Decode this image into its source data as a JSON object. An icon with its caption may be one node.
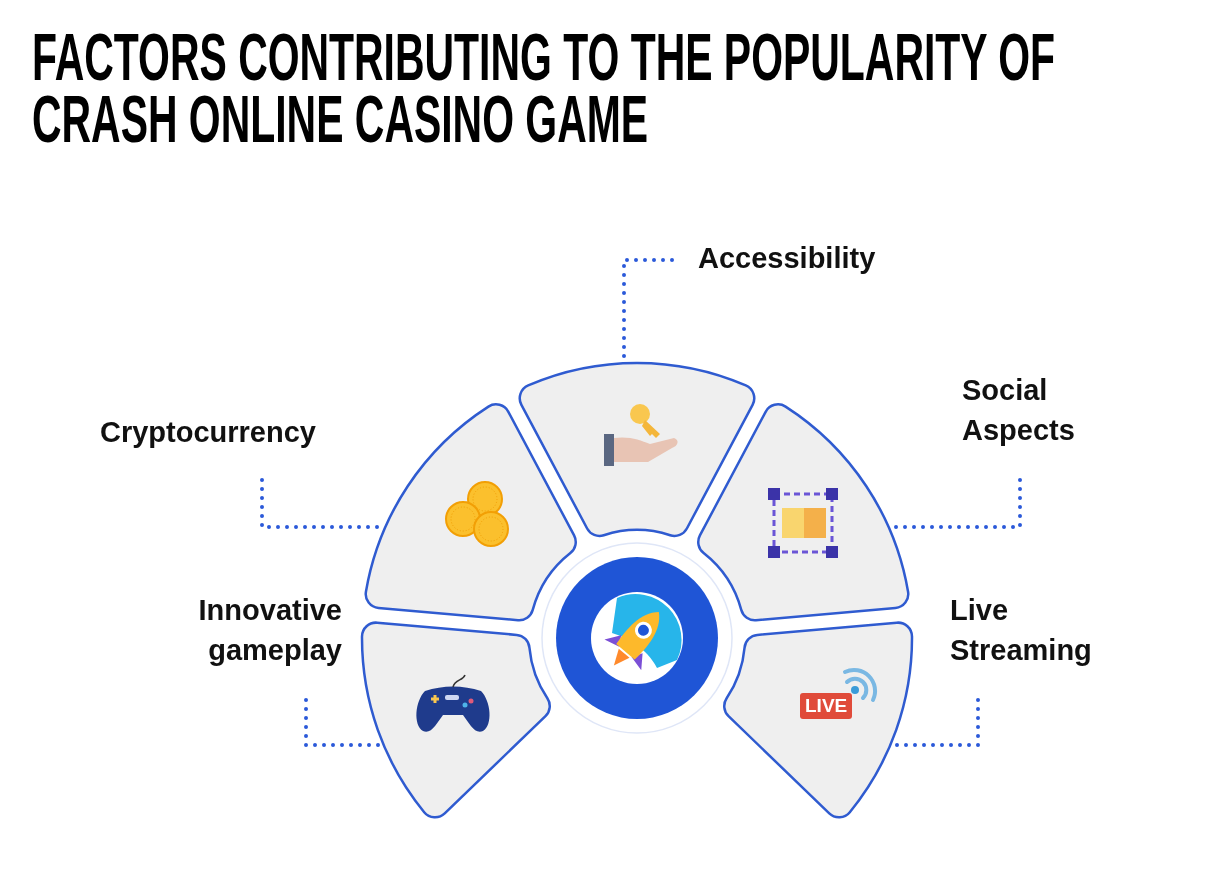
{
  "diagram": {
    "title": "FACTORS CONTRIBUTING TO THE POPULARITY OF CRASH ONLINE CASINO GAME",
    "nodes": [
      {
        "text": [
          "Accessibility"
        ]
      },
      {
        "text": [
          "Cryptocurrency"
        ]
      },
      {
        "text": [
          "Social Aspects"
        ]
      },
      {
        "text": [
          "Innovative gameplay"
        ]
      },
      {
        "text": [
          "Live Streaming"
        ]
      },
      {
        "text": [],
        "shape": "sector"
      },
      {
        "text": [],
        "shape": "sector"
      },
      {
        "text": [],
        "shape": "sector"
      },
      {
        "text": [],
        "shape": "sector"
      },
      {
        "text": [],
        "shape": "sector"
      }
    ],
    "edges": [
      {
        "from": 0,
        "to": 5,
        "arrow": "none"
      },
      {
        "from": 1,
        "to": 6,
        "arrow": "none"
      },
      {
        "from": 2,
        "to": 7,
        "arrow": "none"
      },
      {
        "from": 3,
        "to": 8,
        "arrow": "none"
      },
      {
        "from": 4,
        "to": 9,
        "arrow": "none"
      }
    ],
    "labels": [
      "LIVE"
    ]
  }
}
